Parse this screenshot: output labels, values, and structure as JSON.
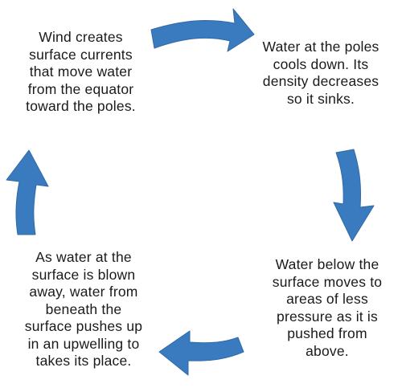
{
  "diagram": {
    "steps": [
      {
        "text": "Wind creates\nsurface currents\nthat move water\nfrom the equator\ntoward the poles."
      },
      {
        "text": "Water at the poles\ncools down.  Its\ndensity decreases\nso it sinks."
      },
      {
        "text": "Water below the\nsurface moves to\nareas of less\npressure as it is\npushed from\nabove."
      },
      {
        "text": "As water at the\nsurface is blown\naway, water from\nbeneath the\nsurface pushes up\nin an upwelling to\ntakes its place."
      }
    ],
    "arrow_fill": "#3a7bbf",
    "arrow_stroke": "#2f6aa8"
  }
}
